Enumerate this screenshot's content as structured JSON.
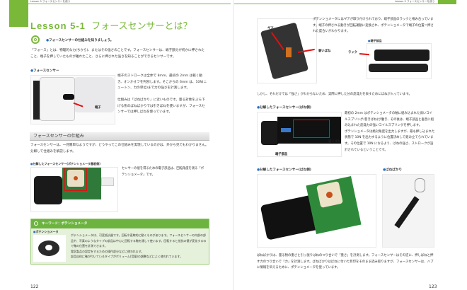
{
  "left": {
    "running_head": "Lesson 5  フォースセンサーを使う",
    "title_lesson": "Lesson 5-1",
    "title_text": "フォースセンサーとは？",
    "goal": "フォースセンサーの仕組みを知りましょう。",
    "intro": "「フォース」とは、物理的な力(ちから)、またはその強さのことです。フォースセンサーは、端子部分が何かに押されたこと、端子を押していたものが離れたこと、さらに押された強さを知ることができるセンサーです。",
    "fig1_caption": "フォースセンサー",
    "fig1_label": "端子",
    "fig1_text1": "端子のストロークは全体で 8mm、最初の 2mm は軽く動き、オンかオフを判別します。そこからの 6mm は、10N(ニュートン、力の単位)まで力の強さを計測します。",
    "fig1_text2": "仕組みは「ばねばかり」に近いものです。量る対象をぶら下げる形のばねばかりでは引きばねを使いますが、フォースセンサーでは押しばねを使っています。",
    "section_title": "フォースセンサーの仕組み",
    "section_text": "フォースセンサーは、一見簡単なようですが、どうやってこの仕組みを実現しているのかは、外から見てもわかりません。分解して仕組みを解説します。",
    "fig2_caption": "分解したフォースセンサー(ポテンショメータ基板側)",
    "fig2_text": "センサーの値を得るための電子部品は、回転角度を測る「ポテンショメータ」です。",
    "keyword_title": "キーワード：ポテンショメータ",
    "keyword_caption": "ポテンショメータ",
    "keyword_text": "ポテンショメータは、可変抵抗器です。回転や直線的に動くものがあります。フォースセンサーの内部の部品や、写真のようなタイプの部品は中心に回転する軸を通して使います。回転すると抵抗の値が変化するので軸の位置を計測できます。",
    "keyword_text2": "電気製品の設定をするための操作部分などに使われます。",
    "keyword_text3": "部品自体に軸が付いているタイプがボリューム(音量)の調整などによく使われています。",
    "page_number": "122"
  },
  "right": {
    "running_head": "Lesson 5  フォースセンサーを使う",
    "fig3_label_gear": "ギア",
    "fig3_label_spring": "弱いばね",
    "fig3_text": "ポテンショメータにはギアが取り付けられており、端子部品のラックと噛み合っています。端子の押される動きが回転運動に変換され、ポテンショメータで端子の位置＝押された度合いがわかります。",
    "fig4_caption": "端子部品",
    "fig4_label": "ラック",
    "para1": "しかし、それだけでは「強さ」がわからないため、実際に押した分の反発力を表すためにばねが入っています。",
    "fig5_caption": "分解したフォースセンサー(ばね側)",
    "fig5_label_spring": "強いばね",
    "fig5_label_part": "端子部品",
    "fig5_text1": "最初の 2mm はポテンショメータの軸に組み込まれた弱いコイルスプリング(巻きばね)が働き、その後は、端子部品と垂直に組み込まれた反発力の強いコイルスプリングを押します。",
    "fig5_text2": "ポテンショメータは絶対角度を出力しますが、最も押し込まれた状態で 10N を出力するように位置決めして組み立てられています。その位置で 10N になるよう、ばねの強さ、ストロークが設計されているということです。",
    "fig6_caption": "分解したフォースセンサー(ばね側)",
    "fig7_caption": "ばねばかり",
    "para2": "ばねばかりは、量る物の重さと引っ張りばねのつり合いで「重さ」を計測します。フォースセンサーはその逆に、押しばねと押す力のつり合いで「力」を計測します。ばねばかりはばねに付いた目印をそのまま読み取りますが、フォースセンサーは、ハブに情報を伝えるために、ポテンショメータを使っています。",
    "page_number": "123"
  },
  "colors": {
    "accent": "#7ab83a",
    "keyword_bg": "#e6f1dc",
    "bullet": "#2a6fc0",
    "highlight": "#e01010"
  }
}
